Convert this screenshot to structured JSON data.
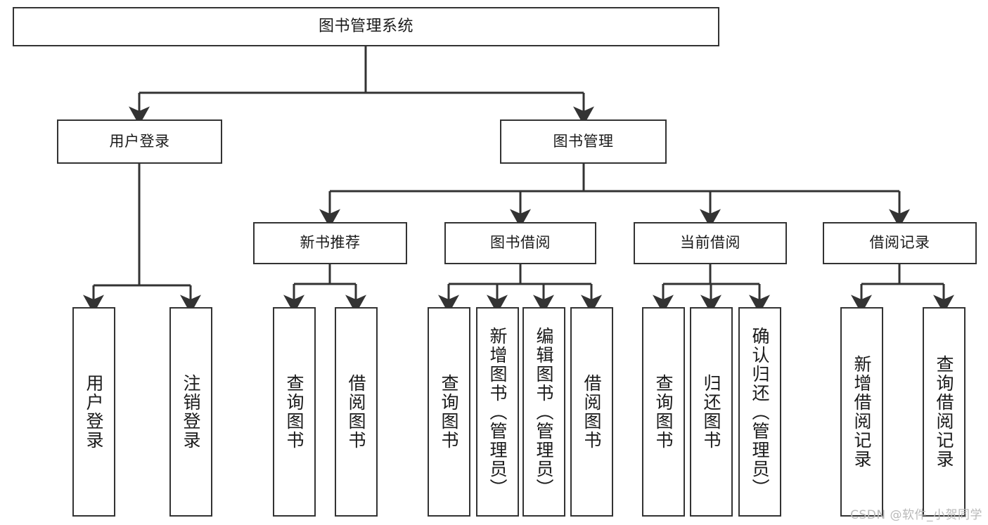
{
  "diagram": {
    "type": "tree-hierarchy",
    "title": "图书管理系统",
    "background_color": "#ffffff",
    "line_color": "#333333",
    "box_fill": "#ffffff"
  },
  "nodes": {
    "root": {
      "label": "图书管理系统"
    },
    "level2": [
      {
        "label": "用户登录"
      },
      {
        "label": "图书管理"
      }
    ],
    "level3": [
      {
        "label": "新书推荐"
      },
      {
        "label": "图书借阅"
      },
      {
        "label": "当前借阅"
      },
      {
        "label": "借阅记录"
      }
    ],
    "leaves_user_login": [
      {
        "label": "用户登录"
      },
      {
        "label": "注销登录"
      }
    ],
    "leaves_new_book": [
      {
        "label": "查询图书"
      },
      {
        "label": "借阅图书"
      }
    ],
    "leaves_borrow": [
      {
        "label": "查询图书"
      },
      {
        "label": "新增图书（管理员）"
      },
      {
        "label": "编辑图书（管理员）"
      },
      {
        "label": "借阅图书"
      }
    ],
    "leaves_current": [
      {
        "label": "查询图书"
      },
      {
        "label": "归还图书"
      },
      {
        "label": "确认归还（管理员）"
      }
    ],
    "leaves_records": [
      {
        "label": "新增借阅记录"
      },
      {
        "label": "查询借阅记录"
      }
    ]
  },
  "watermark": {
    "text": "CSDN @软件_小贺同学"
  }
}
